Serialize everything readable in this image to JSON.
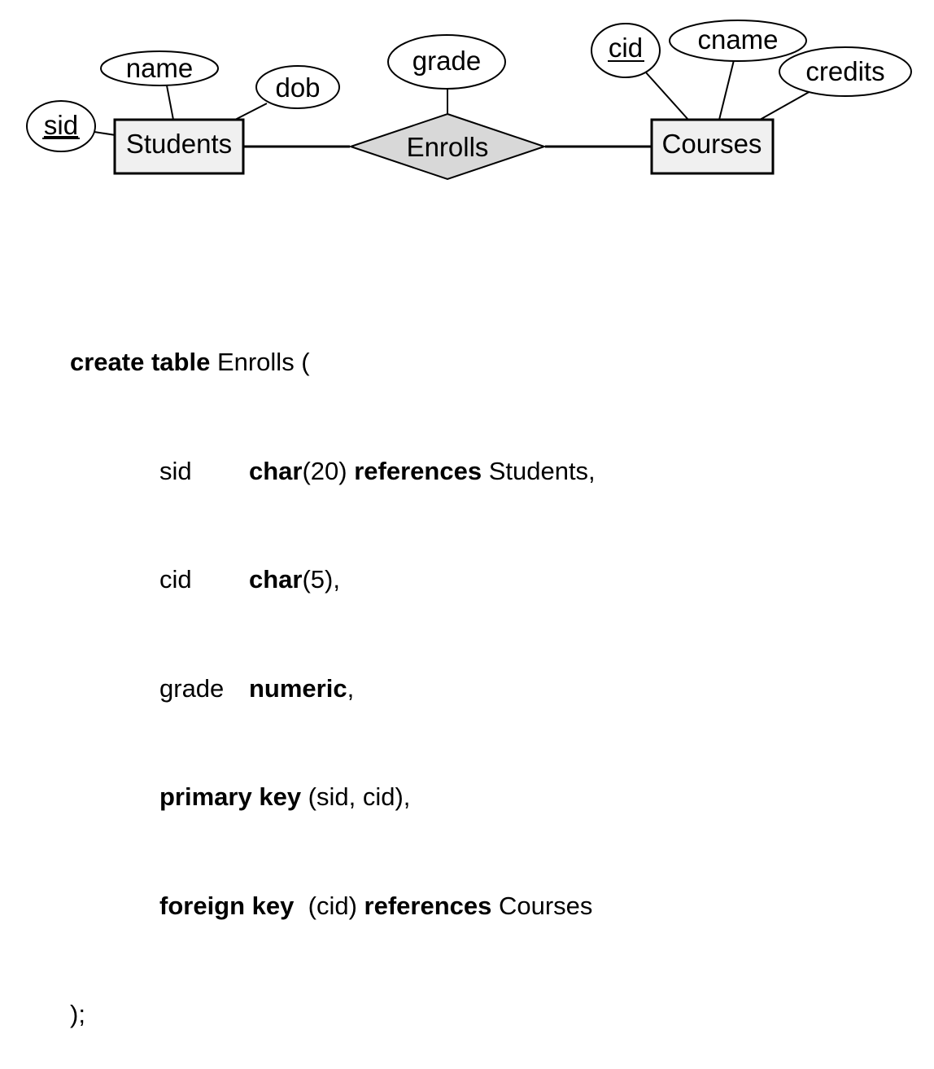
{
  "diagram": {
    "entities": {
      "students": "Students",
      "courses": "Courses"
    },
    "relationship": "Enrolls",
    "attributes": {
      "sid": "sid",
      "name": "name",
      "dob": "dob",
      "grade": "grade",
      "cid": "cid",
      "cname": "cname",
      "credits": "credits"
    }
  },
  "sql": {
    "kw_create_table": "create table",
    "table_name": " Enrolls (",
    "rows": [
      {
        "col": "sid",
        "type_kw": "char",
        "type_rest": "(20) ",
        "ref_kw": "references",
        "ref_rest": " Students,"
      },
      {
        "col": "cid",
        "type_kw": "char",
        "type_rest": "(5),"
      },
      {
        "col": "grade",
        "type_kw": "numeric",
        "type_rest": ","
      }
    ],
    "pk_kw": "primary key",
    "pk_rest": " (sid, cid),",
    "fk_kw": "foreign key",
    "fk_mid": "  (cid) ",
    "fk_ref_kw": "references",
    "fk_rest": " Courses",
    "close": ");"
  },
  "colors": {
    "entity_fill": "#f0f0f0",
    "relationship_fill": "#d8d8d8",
    "stroke": "#000000"
  }
}
